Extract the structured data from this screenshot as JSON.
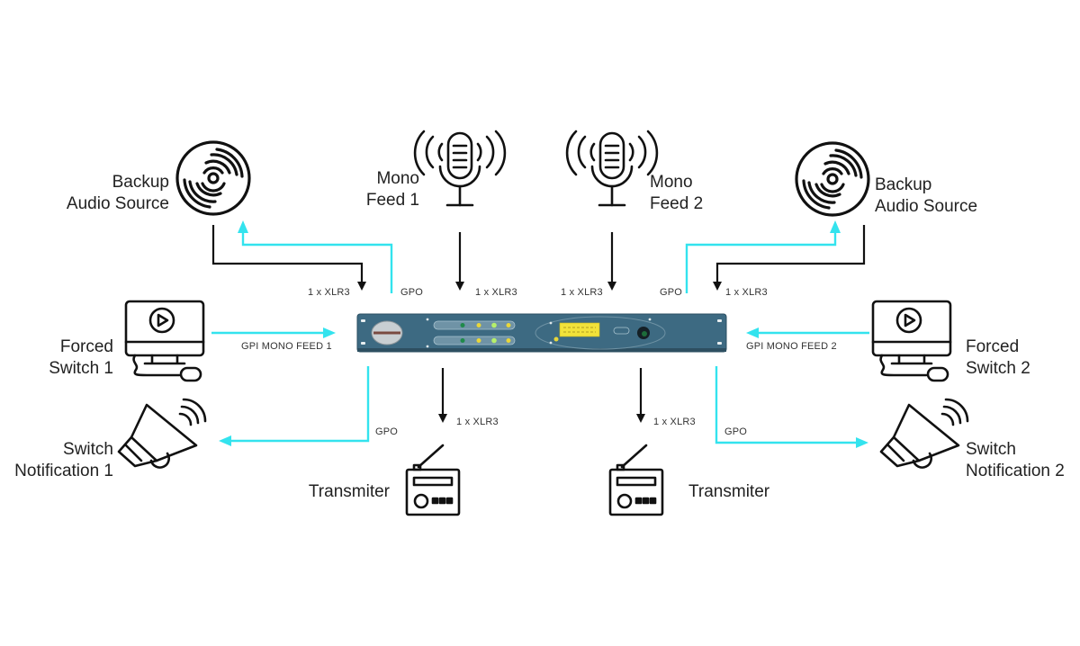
{
  "colors": {
    "signal_line": "#111111",
    "gpio_line": "#33e3ee",
    "device_panel": "#3f6a82",
    "lcd": "#f2e23a",
    "led_green": "#1f8a4a",
    "led_yellow": "#e8d63a"
  },
  "nodes": {
    "backup_left": {
      "label_line1": "Backup",
      "label_line2": "Audio Source",
      "icon": "vinyl-disc-icon"
    },
    "backup_right": {
      "label_line1": "Backup",
      "label_line2": "Audio Source",
      "icon": "vinyl-disc-icon"
    },
    "mono1": {
      "label_line1": "Mono",
      "label_line2": "Feed 1",
      "icon": "microphone-icon"
    },
    "mono2": {
      "label_line1": "Mono",
      "label_line2": "Feed 2",
      "icon": "microphone-icon"
    },
    "forced1": {
      "label_line1": "Forced",
      "label_line2": "Switch 1",
      "icon": "computer-play-icon"
    },
    "forced2": {
      "label_line1": "Forced",
      "label_line2": "Switch 2",
      "icon": "computer-play-icon"
    },
    "notif1": {
      "label_line1": "Switch",
      "label_line2": "Notification 1",
      "icon": "megaphone-icon"
    },
    "notif2": {
      "label_line1": "Switch",
      "label_line2": "Notification 2",
      "icon": "megaphone-icon"
    },
    "tx1": {
      "label": "Transmiter",
      "icon": "radio-icon"
    },
    "tx2": {
      "label": "Transmiter",
      "icon": "radio-icon"
    },
    "device": {
      "name": "rack-audio-switcher",
      "icon": "rack-unit-icon"
    }
  },
  "connections": {
    "backup_left_in": "1 x XLR3",
    "gpo_top_left": "GPO",
    "mono1_in": "1 x XLR3",
    "mono2_in": "1 x XLR3",
    "gpo_top_right": "GPO",
    "backup_right_in": "1 x XLR3",
    "gpi1": "GPI MONO FEED 1",
    "gpi2": "GPI MONO FEED 2",
    "gpo_bottom_left": "GPO",
    "tx1_out": "1 x XLR3",
    "tx2_out": "1 x XLR3",
    "gpo_bottom_right": "GPO"
  }
}
